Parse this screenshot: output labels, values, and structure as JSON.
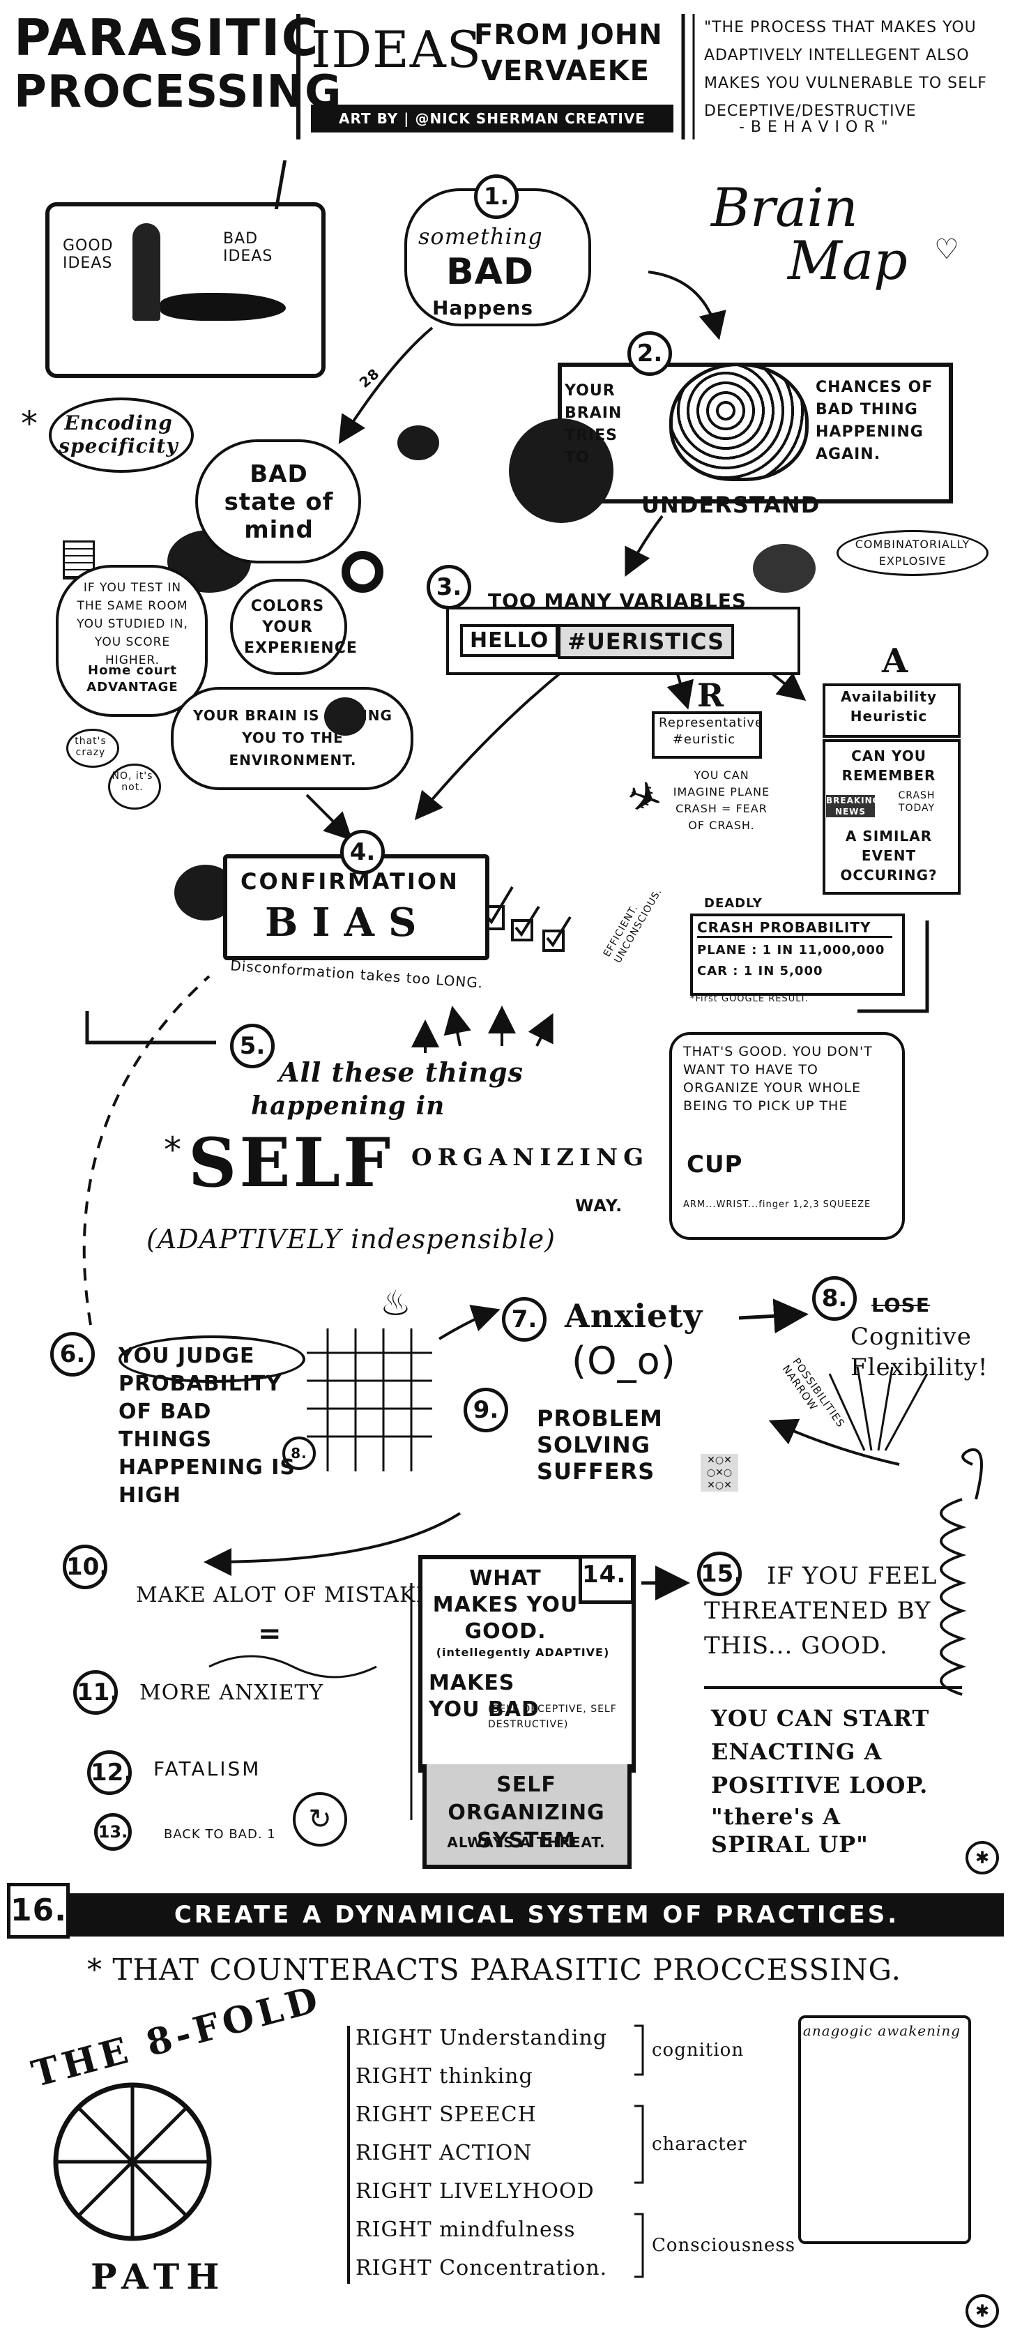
{
  "header": {
    "title_line1": "PARASITIC",
    "title_line2": "PROCESSING",
    "ideas": "IDEAS",
    "from": "FROM JOHN",
    "author": "VERVAEKE",
    "credit": "ART BY | @NICK SHERMAN CREATIVE",
    "quote": "\"THE PROCESS THAT MAKES YOU ADAPTIVELY INTELLEGENT ALSO MAKES YOU VULNERABLE TO SELF DECEPTIVE/DESTRUCTIVE",
    "quote_end": "- B E H A V I O R \""
  },
  "ideas_box": {
    "good": "GOOD IDEAS",
    "bad": "BAD IDEAS"
  },
  "brain_map": {
    "line1": "Brain",
    "line2": "Map"
  },
  "step1": {
    "num": "1.",
    "line1": "something",
    "line2": "BAD",
    "line3": "Happens"
  },
  "step2": {
    "num": "2.",
    "text1": "YOUR BRAIN TRIES TO",
    "text2": "UNDERSTAND",
    "chances": "CHANCES OF BAD THING HAPPENING AGAIN."
  },
  "encoding": {
    "label": "Encoding specificity",
    "state": "BAD state of mind",
    "colors": "COLORS YOUR EXPERIENCE",
    "test": "IF YOU TEST IN THE SAME ROOM YOU STUDIED IN, YOU SCORE HIGHER.",
    "home": "Home court ADVANTAGE",
    "crazy": "that's crazy",
    "no": "NO, it's not.",
    "fitting": "YOUR BRAIN IS FITTING YOU TO THE ENVIRONMENT.",
    "count": "28"
  },
  "step3": {
    "num": "3.",
    "too_many": "TOO MANY VARIABLES",
    "hello": "HELLO",
    "heuristics": "#UERISTICS",
    "combo": "COMBINATORIALLY EXPLOSIVE"
  },
  "representative": {
    "letter": "R",
    "title": "Representative #euristic",
    "text": "YOU CAN IMAGINE PLANE CRASH = FEAR OF CRASH."
  },
  "availability": {
    "letter": "A",
    "title": "Availability Heuristic",
    "text": "CAN YOU REMEMBER",
    "breaking": "BREAKING NEWS",
    "crash": "CRASH TODAY",
    "similar": "A SIMILAR EVENT OCCURING?"
  },
  "probability": {
    "deadly": "DEADLY",
    "title": "CRASH PROBABILITY",
    "plane": "PLANE : 1 in 11,000,000",
    "car": "CAR : 1 in 5,000",
    "note": "*First GOOGLE RESULT."
  },
  "step4": {
    "num": "4.",
    "line1": "CONFIRMATION",
    "line2": "BIAS",
    "disconf": "Disconformation takes too LONG.",
    "efficient": "EFFICIENT. UNCONSCIOUS."
  },
  "step5": {
    "num": "5.",
    "line1": "All these things",
    "line2": "happening in",
    "self": "SELF",
    "org": "ORGANIZING",
    "way": "WAY.",
    "paren": "(ADAPTIVELY indespensible)"
  },
  "cup_box": {
    "text": "THAT'S GOOD. YOU DON'T WANT TO HAVE TO ORGANIZE YOUR WHOLE BEING TO PICK UP THE",
    "cup": "CUP",
    "arm": "ARM...WRIST...finger 1,2,3 SQUEEZE"
  },
  "step6": {
    "num": "6.",
    "text": "YOU JUDGE PROBABILITY OF BAD things HAPPENING is HIGH",
    "link": "8."
  },
  "step7": {
    "num": "7.",
    "text": "Anxiety",
    "face": "(O_o)"
  },
  "step8": {
    "num": "8.",
    "lose": "LOSE",
    "text": "Cognitive Flexibility!",
    "narrow": "POSSIBILITIES NARROW"
  },
  "step9": {
    "num": "9.",
    "text": "PROBLEM SOLVING SUFFERS"
  },
  "step10": {
    "num": "10.",
    "text": "MAKE ALOT OF MISTAKES",
    "eq": "="
  },
  "step11": {
    "num": "11.",
    "text": "MORE ANXIETY"
  },
  "step12": {
    "num": "12.",
    "text": "FATALISM"
  },
  "step13": {
    "num": "13.",
    "text": "BACK to BAD. 1"
  },
  "step14": {
    "num": "14.",
    "what": "WHAT MAKES YOU GOOD.",
    "adaptive": "(intellegently ADAPTIVE)",
    "makes": "MAKES YOU BAD",
    "self_dec": "(SELF Deceptive, SELF DESTRUCTIVE)",
    "system": "SELF ORGANIZING SYSTEM",
    "threat": "ALWAYS A THREAT."
  },
  "step15": {
    "num": "15.",
    "text": "IF YOU Feel THREATENED By this... GOOD.",
    "start": "YOU CAN START enacting A Positive LOOP.",
    "spiral": "\"there's A SPIRAL UP\""
  },
  "step16": {
    "num": "16.",
    "banner": "CREATE A DYNAMICAL SYSTEM OF PRACTICES.",
    "counter": "* THAT COUNTERACTS PARASITIC PROCCESSING."
  },
  "eightfold": {
    "title": "THE 8-FOLD",
    "path": "PATH"
  },
  "path_items": [
    "RIGHT Understanding",
    "RIGHT thinking",
    "RIGHT SPEECH",
    "RIGHT ACTION",
    "RIGHT LIVELYHOOD",
    "RIGHT mindfulness",
    "RIGHT Concentration."
  ],
  "groups": {
    "cognition": "cognition",
    "character": "character",
    "consciousness": "Consciousness"
  },
  "anagogic": "anagogic awakening"
}
